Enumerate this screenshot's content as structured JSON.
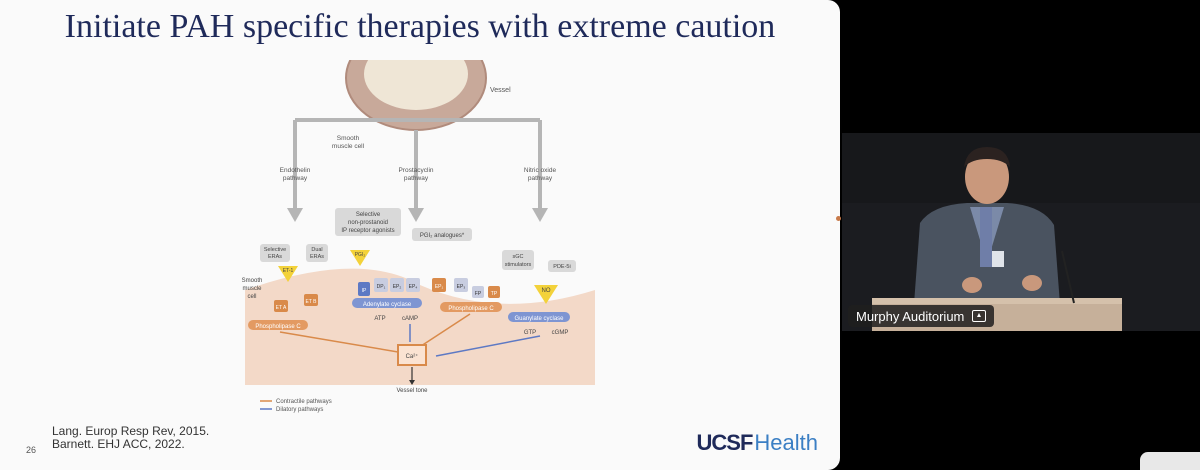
{
  "slide": {
    "title": "Initiate PAH specific therapies with extreme caution",
    "references": [
      "Lang. Europ Resp Rev, 2015.",
      "Barnett. EHJ ACC, 2022."
    ],
    "slide_number": "26",
    "logo": {
      "ucsf": "UCSF",
      "health": "Health"
    }
  },
  "diagram": {
    "vessel": "Vessel",
    "smooth_muscle_cell_1": "Smooth",
    "smooth_muscle_cell_2": "muscle cell",
    "endothelin_1": "Endothelin",
    "endothelin_2": "pathway",
    "prostacyclin_1": "Prostacyclin",
    "prostacyclin_2": "pathway",
    "nitric_1": "Nitric oxide",
    "nitric_2": "pathway",
    "selective_1": "Selective",
    "selective_2": "non-prostanoid",
    "selective_3": "IP receptor agonists",
    "pgi2_analogues": "PGI₂ analogues*",
    "selective_eras_1": "Selective",
    "selective_eras_2": "ERAs",
    "dual_eras_1": "Dual",
    "dual_eras_2": "ERAs",
    "et1": "ET-1",
    "pgi2": "PGI₂",
    "sgc_1": "sGC",
    "sgc_2": "stimulators",
    "pde5i": "PDE-5i",
    "no": "NO",
    "ip": "IP",
    "dp1": "DP₁",
    "ep2": "EP₂",
    "ep4": "EP₄",
    "ep1": "EP₁",
    "ep3": "EP₃",
    "fp": "FP",
    "tp": "TP",
    "eta": "ET A",
    "etb": "ET B",
    "adenylate_cyclase": "Adenylate cyclase",
    "phospholipase_c": "Phospholipase C",
    "phospholipase_c2": "Phospholipase C",
    "guanylate_cyclase": "Guanylate cyclase",
    "atp": "ATP",
    "camp": "cAMP",
    "gtp": "GTP",
    "cgmp": "cGMP",
    "smc_left_1": "Smooth",
    "smc_left_2": "muscle",
    "smc_left_3": "cell",
    "ca": "Ca²⁺",
    "vessel_tone": "Vessel tone",
    "legend_contractile": "Contractile pathways",
    "legend_dilatory": "Dilatory pathways"
  },
  "camera": {
    "location_label": "Murphy Auditorium"
  },
  "colors": {
    "title": "#1f2a5a",
    "contractile": "#d98a4a",
    "dilatory": "#5d79c4",
    "no_triangle": "#f3d23a",
    "logo_health": "#3b7fc4"
  }
}
